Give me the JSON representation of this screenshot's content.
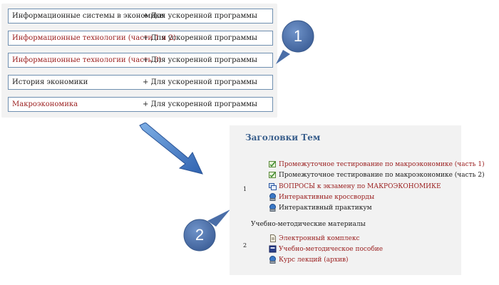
{
  "course_list": [
    {
      "title": "Информационные системы в экономике",
      "link": false,
      "extra": "+ Для ускоренной программы"
    },
    {
      "title": "Информационные технологии (части 1 и 2)",
      "link": true,
      "extra": "+ Для ускоренной программы"
    },
    {
      "title": "Информационные технологии (часть 3)",
      "link": true,
      "extra": "+ Для ускоренной программы"
    },
    {
      "title": "История экономики",
      "link": false,
      "extra": "+ Для ускоренной программы"
    },
    {
      "title": "Макроэкономика",
      "link": true,
      "extra": "+ Для ускоренной программы"
    }
  ],
  "callouts": {
    "first": "1",
    "second": "2"
  },
  "topics": {
    "title": "Заголовки Тем",
    "section1": {
      "number": "1",
      "items": [
        {
          "label": "Промежуточное тестирование по макроэкономике (часть 1)",
          "link": true,
          "icon": "quiz-icon"
        },
        {
          "label": "Промежуточное тестирование по макроэкономике (часть 2)",
          "link": false,
          "icon": "quiz-icon"
        },
        {
          "label": "ВОПРОСЫ к экзамену по МАКРОЭКОНОМИКЕ",
          "link": true,
          "icon": "forum-icon"
        },
        {
          "label": "Интерактивные кроссворды",
          "link": true,
          "icon": "hotpot-icon"
        },
        {
          "label": "Интерактивный практикум",
          "link": false,
          "icon": "hotpot-icon"
        }
      ]
    },
    "section2": {
      "number": "2",
      "header": "Учебно-методические материалы",
      "items": [
        {
          "label": "Электронный комплекс",
          "link": true,
          "icon": "file-icon"
        },
        {
          "label": "Учебно-методическое пособие",
          "link": true,
          "icon": "book-icon"
        },
        {
          "label": "Курс лекций (архив)",
          "link": true,
          "icon": "hotpot-icon"
        }
      ]
    }
  },
  "colors": {
    "link": "#9b2020",
    "heading": "#3a5f8c",
    "callout": "#4a6ea8",
    "border": "#6f8fb0"
  }
}
